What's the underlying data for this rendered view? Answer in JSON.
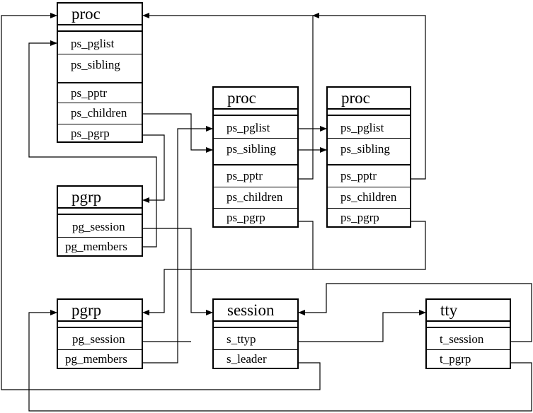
{
  "nodes": {
    "proc_top": {
      "title": "proc",
      "fields": [
        "ps_pglist",
        "ps_sibling",
        "ps_pptr",
        "ps_children",
        "ps_pgrp"
      ]
    },
    "proc_mid": {
      "title": "proc",
      "fields": [
        "ps_pglist",
        "ps_sibling",
        "ps_pptr",
        "ps_children",
        "ps_pgrp"
      ]
    },
    "proc_right": {
      "title": "proc",
      "fields": [
        "ps_pglist",
        "ps_sibling",
        "ps_pptr",
        "ps_children",
        "ps_pgrp"
      ]
    },
    "pgrp_top": {
      "title": "pgrp",
      "fields": [
        "pg_session",
        "pg_members"
      ]
    },
    "pgrp_bottom": {
      "title": "pgrp",
      "fields": [
        "pg_session",
        "pg_members"
      ]
    },
    "session": {
      "title": "session",
      "fields": [
        "s_ttyp",
        "s_leader"
      ]
    },
    "tty": {
      "title": "tty",
      "fields": [
        "t_session",
        "t_pgrp"
      ]
    }
  },
  "colors": {
    "line": "#000000",
    "background": "#ffffff"
  }
}
